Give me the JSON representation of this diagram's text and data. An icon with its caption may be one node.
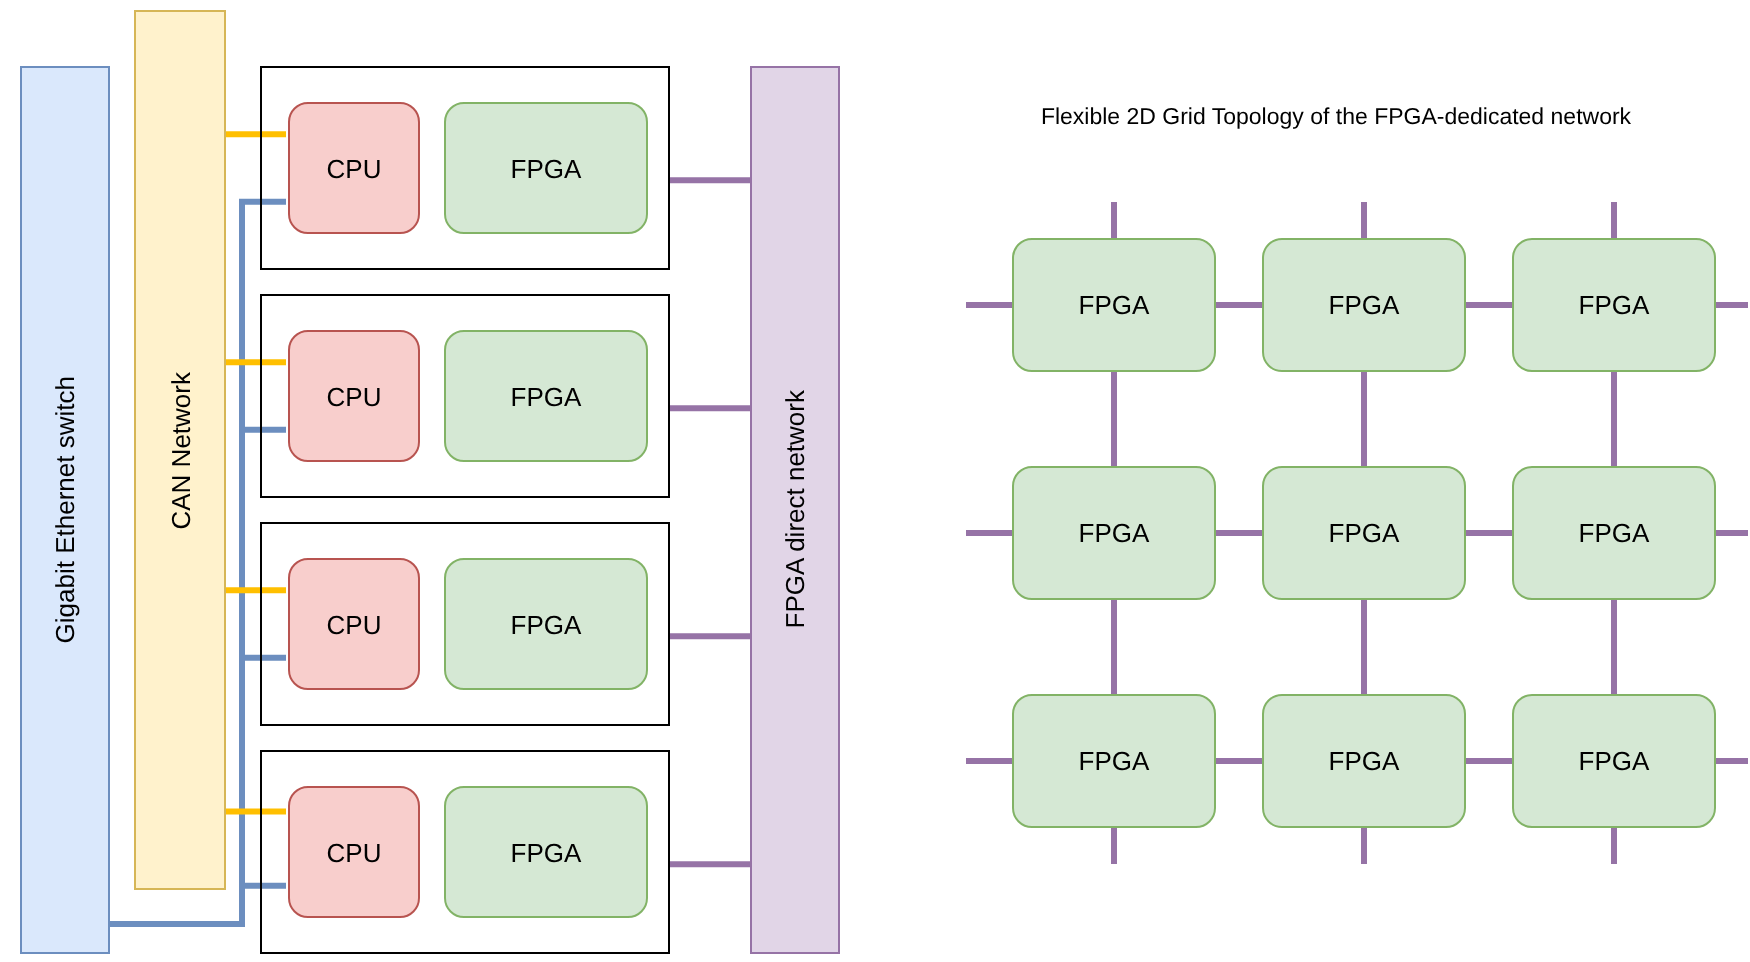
{
  "diagram": {
    "title": "Flexible 2D Grid Topology of the FPGA-dedicated network",
    "nodes": [
      {
        "text": [
          "Gigabit Ethernet switch"
        ]
      },
      {
        "text": [
          "CAN Network"
        ]
      },
      {
        "text": [],
        "shape": "box"
      },
      {
        "text": [
          "CPU"
        ],
        "in": 2
      },
      {
        "text": [
          "FPGA"
        ],
        "in": 2
      },
      {
        "text": [],
        "shape": "box"
      },
      {
        "text": [
          "CPU"
        ],
        "in": 5
      },
      {
        "text": [
          "FPGA"
        ],
        "in": 5
      },
      {
        "text": [],
        "shape": "box"
      },
      {
        "text": [
          "CPU"
        ],
        "in": 8
      },
      {
        "text": [
          "FPGA"
        ],
        "in": 8
      },
      {
        "text": [],
        "shape": "box"
      },
      {
        "text": [
          "CPU"
        ],
        "in": 11
      },
      {
        "text": [
          "FPGA"
        ],
        "in": 11
      },
      {
        "text": [
          "FPGA direct network"
        ]
      },
      {
        "text": [
          "FPGA"
        ]
      },
      {
        "text": [
          "FPGA"
        ]
      },
      {
        "text": [
          "FPGA"
        ]
      },
      {
        "text": [
          "FPGA"
        ]
      },
      {
        "text": [
          "FPGA"
        ]
      },
      {
        "text": [
          "FPGA"
        ]
      },
      {
        "text": [
          "FPGA"
        ]
      },
      {
        "text": [
          "FPGA"
        ]
      },
      {
        "text": [
          "FPGA"
        ]
      }
    ],
    "edges": [
      {
        "from": 0,
        "to": 3,
        "arrow": "none",
        "color": "#6c8ebf"
      },
      {
        "from": 1,
        "to": 3,
        "arrow": "none",
        "color": "#ffbf00"
      },
      {
        "from": 2,
        "to": 14,
        "arrow": "none"
      },
      {
        "from": 0,
        "to": 6,
        "arrow": "none",
        "color": "#6c8ebf"
      },
      {
        "from": 1,
        "to": 6,
        "arrow": "none",
        "color": "#ffbf00"
      },
      {
        "from": 5,
        "to": 14,
        "arrow": "none"
      },
      {
        "from": 0,
        "to": 9,
        "arrow": "none",
        "color": "#6c8ebf"
      },
      {
        "from": 1,
        "to": 9,
        "arrow": "none",
        "color": "#ffbf00"
      },
      {
        "from": 8,
        "to": 14,
        "arrow": "none"
      },
      {
        "from": 0,
        "to": 12,
        "arrow": "none",
        "color": "#6c8ebf"
      },
      {
        "from": 1,
        "to": 12,
        "arrow": "none",
        "color": "#ffbf00"
      },
      {
        "from": 11,
        "to": 14,
        "arrow": "none"
      },
      {
        "from": 15,
        "to": 16,
        "arrow": "none"
      },
      {
        "from": 16,
        "to": 17,
        "arrow": "none"
      },
      {
        "from": 18,
        "to": 19,
        "arrow": "none"
      },
      {
        "from": 19,
        "to": 20,
        "arrow": "none"
      },
      {
        "from": 21,
        "to": 22,
        "arrow": "none"
      },
      {
        "from": 22,
        "to": 23,
        "arrow": "none"
      },
      {
        "from": 15,
        "to": 18,
        "arrow": "none"
      },
      {
        "from": 16,
        "to": 19,
        "arrow": "none"
      },
      {
        "from": 17,
        "to": 20,
        "arrow": "none"
      },
      {
        "from": 18,
        "to": 21,
        "arrow": "none"
      },
      {
        "from": 19,
        "to": 22,
        "arrow": "none"
      },
      {
        "from": 20,
        "to": 23,
        "arrow": "none"
      },
      {
        "from": 15,
        "to": null,
        "arrow": "none"
      },
      {
        "from": 16,
        "to": null,
        "arrow": "none"
      },
      {
        "from": 17,
        "to": null,
        "arrow": "none"
      },
      {
        "from": 15,
        "to": null,
        "arrow": "none"
      },
      {
        "from": 18,
        "to": null,
        "arrow": "none"
      },
      {
        "from": 21,
        "to": null,
        "arrow": "none"
      },
      {
        "from": 17,
        "to": null,
        "arrow": "none"
      },
      {
        "from": 20,
        "to": null,
        "arrow": "none"
      },
      {
        "from": 23,
        "to": null,
        "arrow": "none"
      },
      {
        "from": 21,
        "to": null,
        "arrow": "none"
      },
      {
        "from": 22,
        "to": null,
        "arrow": "none"
      },
      {
        "from": 23,
        "to": null,
        "arrow": "none"
      }
    ]
  }
}
